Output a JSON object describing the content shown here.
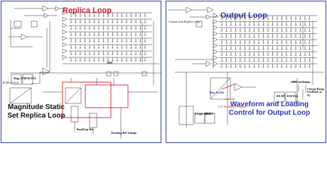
{
  "left_panel": {
    "title": "Replica Loop",
    "caption": "Magnitude Static Set Replica Loop",
    "labels": {
      "mag_spi": "Mag. SPI",
      "r30": "R30 DA1",
      "clock": "40 Mhz Clock",
      "n200": "200S",
      "band_gap": "BandGap Ref",
      "tracking": "Tracking Ref Voltage"
    },
    "title_color": "#d8212b",
    "caption_color": "#111111"
  },
  "right_panel": {
    "title": "Output Loop",
    "caption": "Waveform and Loading Control for Output Loop",
    "labels": {
      "control_from": "Control from Replica Loop",
      "to_output": "200V to Output",
      "charge_pump": "Charge Pump Feedback to SC",
      "trim": "Trim Set Bit",
      "feedback": "3.3V Feedback Feedback",
      "r0_spi": "R0 SPI",
      "r30": "R30 DA1",
      "freq": "Freque APW",
      "r0_spi_2": "R0 SPI"
    },
    "title_color": "#2a36b5",
    "caption_color": "#2a36b5"
  },
  "colors": {
    "border": "#2f3f9a",
    "wire": "#111111",
    "highlight": "#d8212b"
  }
}
